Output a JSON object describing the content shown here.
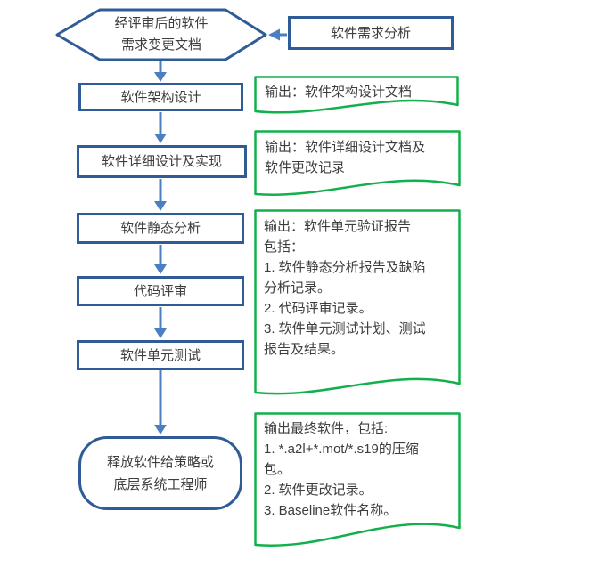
{
  "diagram": {
    "type": "flowchart",
    "nodes": {
      "requirements_change_doc": "经评审后的软件\n需求变更文档",
      "requirements_analysis": "软件需求分析",
      "architecture_design": "软件架构设计",
      "detailed_design": "软件详细设计及实现",
      "static_analysis": "软件静态分析",
      "code_review": "代码评审",
      "unit_test": "软件单元测试",
      "release": "释放软件给策略或\n底层系统工程师"
    },
    "outputs": {
      "doc1": "输出：软件架构设计文档",
      "doc2": "输出：软件详细设计文档及\n软件更改记录",
      "doc3": "输出：软件单元验证报告\n包括：\n1. 软件静态分析报告及缺陷\n分析记录。\n2. 代码评审记录。\n3. 软件单元测试计划、测试\n报告及结果。",
      "doc4": "输出最终软件，包括:\n1. *.a2l+*.mot/*.s19的压缩\n包。\n2. 软件更改记录。\n3. Baseline软件名称。"
    },
    "colors": {
      "node_border": "#2F5B96",
      "arrow": "#4C7FC1",
      "output_border": "#12B04C",
      "text": "#3D3D3D"
    }
  }
}
